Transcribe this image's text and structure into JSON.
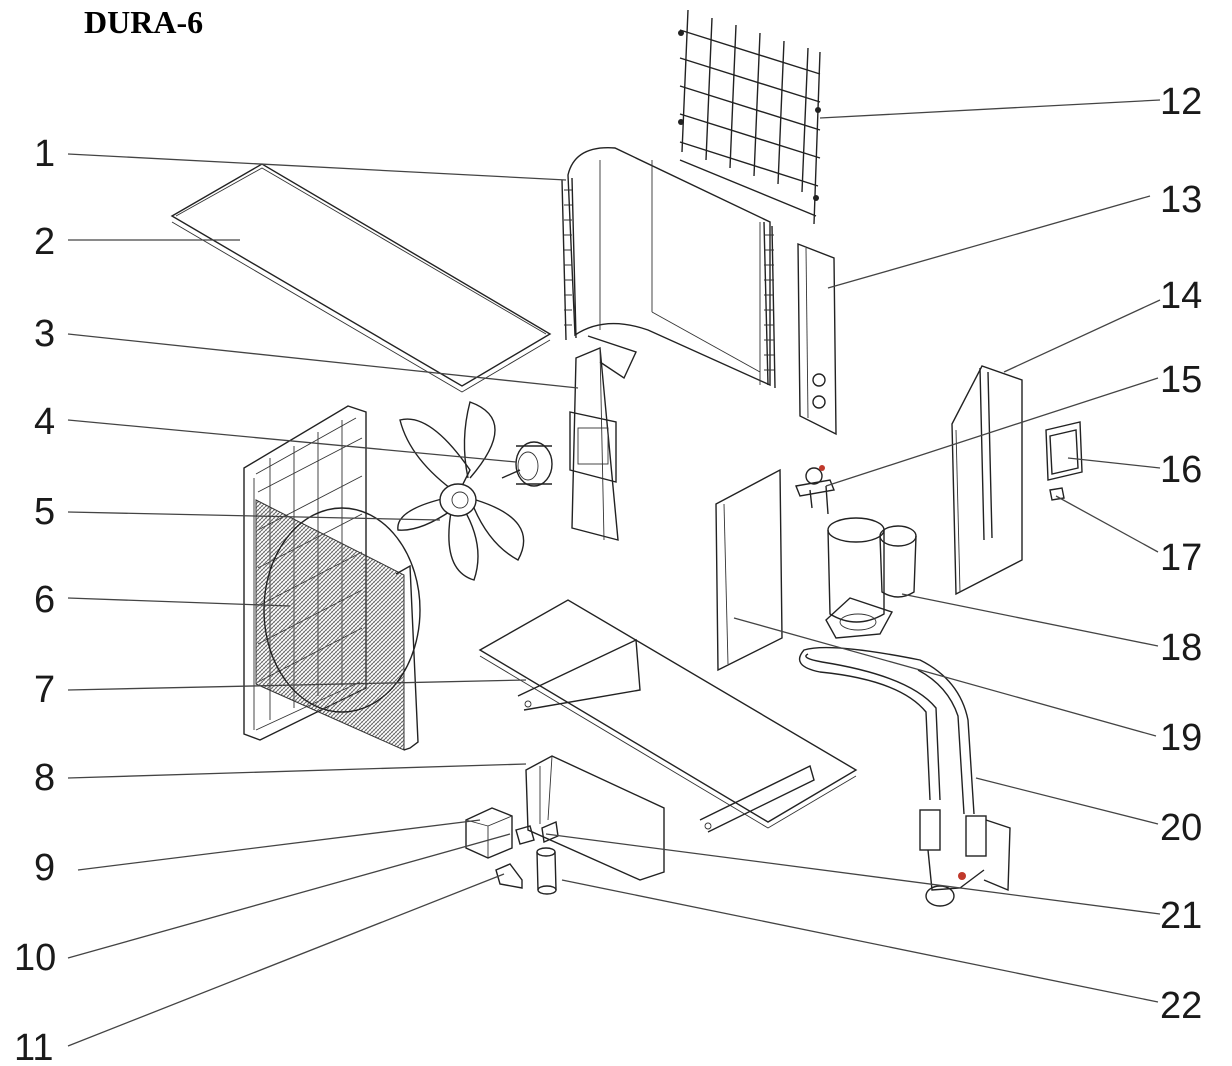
{
  "title": "DURA-6",
  "labels": {
    "l1": "1",
    "l2": "2",
    "l3": "3",
    "l4": "4",
    "l5": "5",
    "l6": "6",
    "l7": "7",
    "l8": "8",
    "l9": "9",
    "l10": "10",
    "l11": "11",
    "l12": "12",
    "l13": "13",
    "l14": "14",
    "l15": "15",
    "l16": "16",
    "l17": "17",
    "l18": "18",
    "l19": "19",
    "l20": "20",
    "l21": "21",
    "l22": "22"
  },
  "colors": {
    "line": "#222222",
    "background": "#ffffff",
    "valve_accent": "#c0392b"
  }
}
